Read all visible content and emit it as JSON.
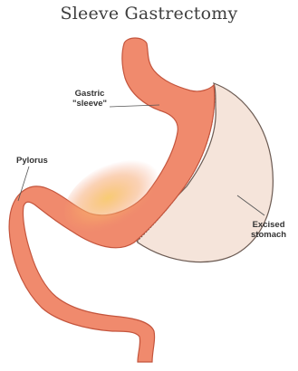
{
  "diagram": {
    "title": "Sleeve Gastrectomy",
    "labels": {
      "gastric_sleeve_line1": "Gastric",
      "gastric_sleeve_line2": "\"sleeve\"",
      "pylorus": "Pylorus",
      "excised_line1": "Excised",
      "excised_line2": "stomach"
    },
    "colors": {
      "sleeve": "#f08a6d",
      "sleeve_outline": "#c4553d",
      "sleeve_highlight": "#f7c56a",
      "excised": "#f5e4da",
      "excised_outline": "#6b5a52",
      "title": "#3e3e3e",
      "label": "#333333"
    }
  }
}
